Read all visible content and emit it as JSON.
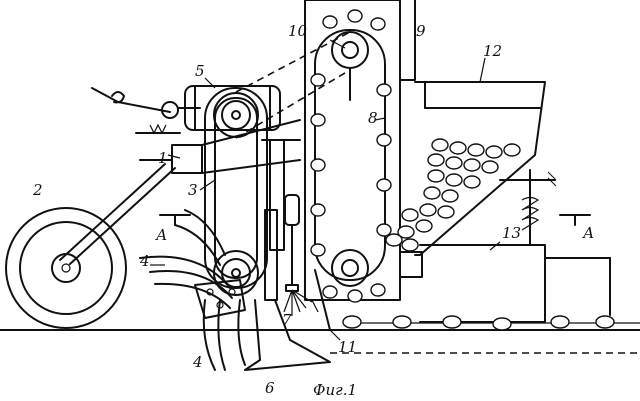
{
  "figure": {
    "caption": "Фиг.1",
    "section_marks": [
      "А",
      "А"
    ],
    "labels": {
      "l1": "1",
      "l2": "2",
      "l3": "3",
      "l4a": "4",
      "l4b": "4",
      "l5": "5",
      "l6": "6",
      "l7": "7",
      "l8": "8",
      "l9": "9",
      "l10": "10",
      "l11": "11",
      "l12": "12",
      "l13": "13"
    }
  }
}
